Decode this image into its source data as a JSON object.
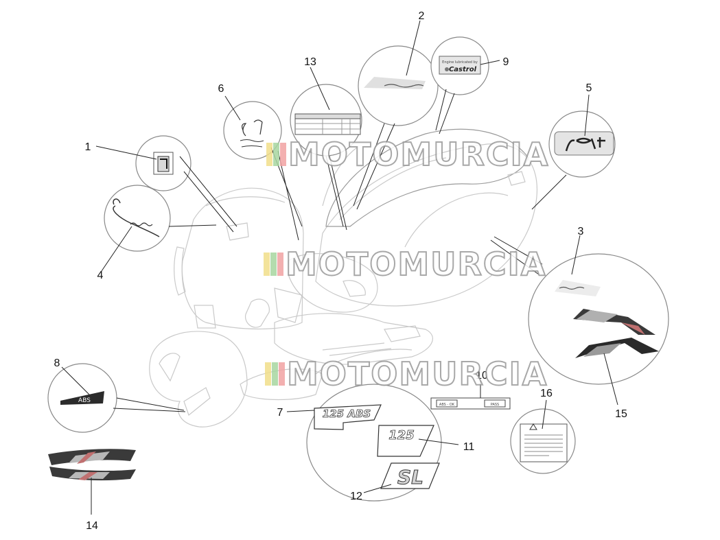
{
  "callouts": [
    "1",
    "2",
    "3",
    "4",
    "5",
    "6",
    "7",
    "8",
    "9",
    "10",
    "11",
    "12",
    "13",
    "14",
    "15",
    "16"
  ],
  "watermark": "MOTOMURCIA",
  "decals": {
    "castrol_header": "Engine lubricated by",
    "castrol_brand": "Castrol",
    "abs_badge": "ABS",
    "badge_125_abs": "125 ABS",
    "badge_125": "125",
    "badge_sl": "SL",
    "abs_label_left": "ABS - OK",
    "abs_label_right": "PASS"
  },
  "colors": {
    "line": "#222222",
    "outline": "#c9c9c9",
    "stripe_dark": "#3a3a3a",
    "stripe_light": "#c8c8c8",
    "stripe_accent": "#c07070",
    "wm_yellow": "#f2df8a",
    "wm_green": "#a7d6a0",
    "wm_pink": "#f1a3a3"
  }
}
